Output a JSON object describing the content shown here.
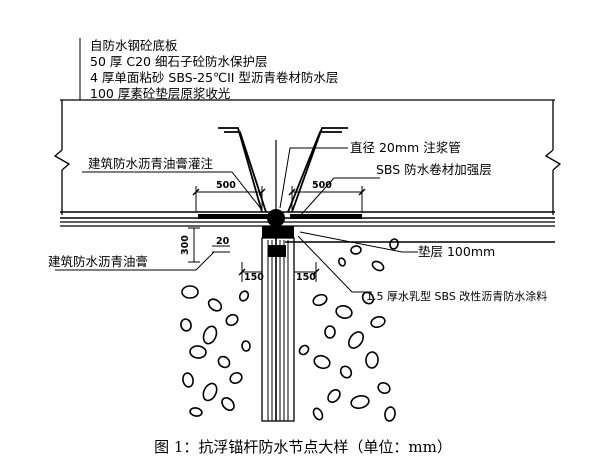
{
  "layers": {
    "line1": "自防水钢砼底板",
    "line2": "50 厚 C20 细石子砼防水保护层",
    "line3": "4 厚单面粘砂 SBS-25℃II 型沥青卷材防水层",
    "line4": "100 厚素砼垫层原浆收光"
  },
  "labels": {
    "asphalt_pour": "建筑防水沥青油膏灌注",
    "grout_pipe": "直径 20mm 注浆管",
    "sbs_reinforce": "SBS 防水卷材加强层",
    "cushion": "垫层 100mm",
    "asphalt_paste": "建筑防水沥青油膏",
    "coating": "1.5 厚水乳型 SBS 改性沥青防水涂料"
  },
  "dimensions": {
    "left_500": "500",
    "right_500": "500",
    "v_300": "300",
    "v_20": "20",
    "left_150": "150",
    "right_150": "150"
  },
  "caption": "图 1：抗浮锚杆防水节点大样（单位：mm）"
}
